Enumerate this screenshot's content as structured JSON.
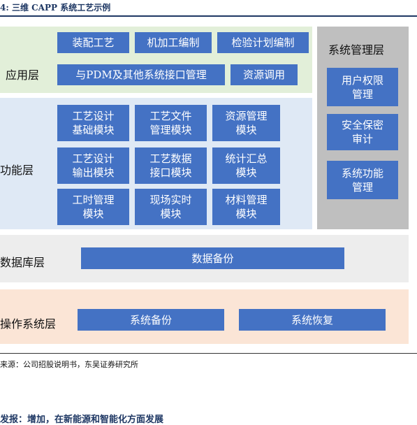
{
  "caption": "4:  三维 CAPP 系统工艺示例",
  "layers": {
    "application": {
      "label": "应用层",
      "row1": [
        "装配工艺",
        "机加工编制",
        "检验计划编制"
      ],
      "row2": [
        "与PDM及其他系统接口管理",
        "资源调用"
      ]
    },
    "function": {
      "label": "功能层",
      "modules": [
        [
          "工艺设计",
          "基础模块"
        ],
        [
          "工艺文件",
          "管理模块"
        ],
        [
          "资源管理",
          "模块"
        ],
        [
          "工艺设计",
          "输出模块"
        ],
        [
          "工艺数据",
          "接口模块"
        ],
        [
          "统计汇总",
          "模块"
        ],
        [
          "工时管理",
          "模块"
        ],
        [
          "现场实时",
          "模块"
        ],
        [
          "材料管理",
          "模块"
        ]
      ]
    },
    "system_management": {
      "label": "系统管理层",
      "items": [
        [
          "用户权限",
          "管理"
        ],
        [
          "安全保密",
          "审计"
        ],
        [
          "系统功能",
          "管理"
        ]
      ]
    },
    "database": {
      "label": "数据库层",
      "items": [
        "数据备份"
      ]
    },
    "os": {
      "label": "操作系统层",
      "items": [
        "系统备份",
        "系统恢复"
      ]
    }
  },
  "source": "来源：公司招股说明书，东吴证券研究所",
  "bottom_text": "发报：增加，在新能源和智能化方面发展",
  "colors": {
    "box": "#4472c4",
    "app_band": "#e2efd9",
    "func_band": "#dfe9f5",
    "sys_band": "#bfbfbf",
    "db_band": "#ededed",
    "os_band": "#fbe5d6",
    "caption": "#1f3864"
  }
}
